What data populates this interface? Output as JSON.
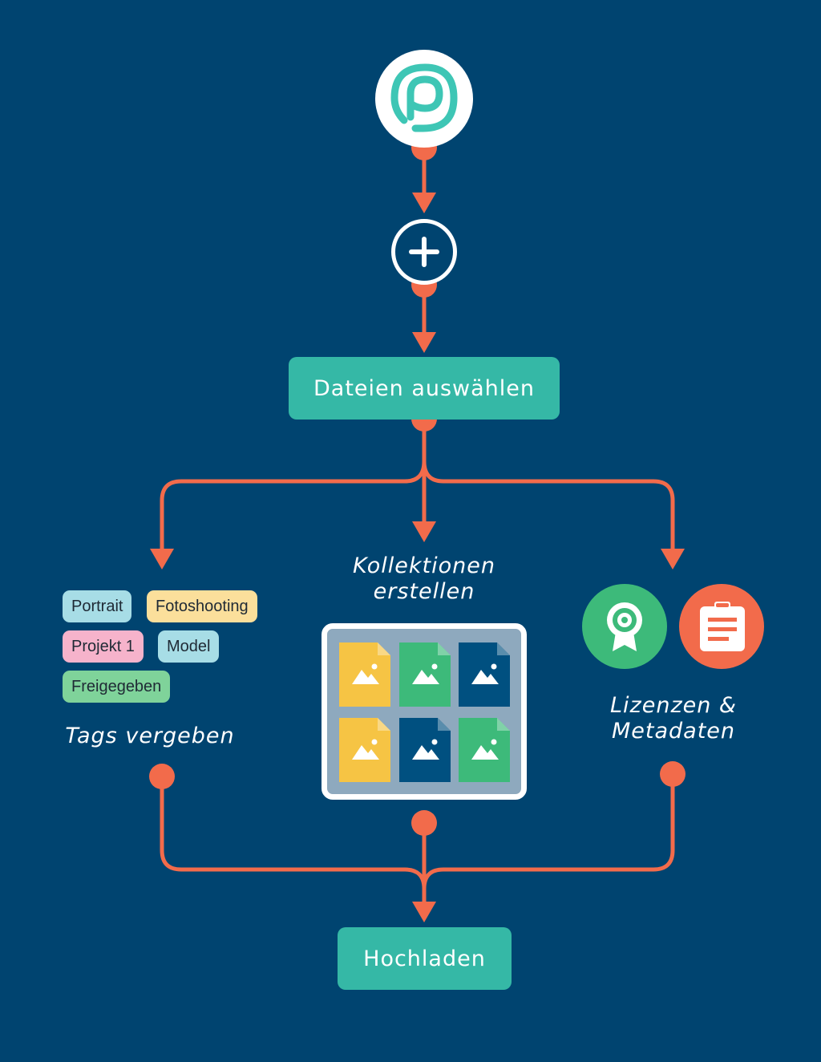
{
  "colors": {
    "background": "#004470",
    "connector": "#f26b4b",
    "teal": "#35b8a6",
    "white": "#ffffff",
    "badge_green": "#3dba7a",
    "badge_orange": "#f26b4b"
  },
  "icons": {
    "logo": "p-logo-icon",
    "add": "plus-icon",
    "license": "award-ribbon-icon",
    "metadata": "clipboard-icon",
    "file": "image-file-icon"
  },
  "buttons": {
    "select_files": "Dateien auswählen",
    "upload": "Hochladen"
  },
  "tags": [
    {
      "label": "Portrait",
      "color": "#a7dde6"
    },
    {
      "label": "Fotoshooting",
      "color": "#fbdf9b"
    },
    {
      "label": "Projekt 1",
      "color": "#f6b3cb"
    },
    {
      "label": "Model",
      "color": "#a7dde6"
    },
    {
      "label": "Freigegeben",
      "color": "#7fd39a"
    }
  ],
  "captions": {
    "tags": "Tags vergeben",
    "collections_line1": "Kollektionen",
    "collections_line2": "erstellen",
    "licenses_line1": "Lizenzen &",
    "licenses_line2": "Metadaten"
  },
  "collection_files": [
    {
      "color": "#f6c444"
    },
    {
      "color": "#3dba7a"
    },
    {
      "color": "#005080"
    },
    {
      "color": "#f6c444"
    },
    {
      "color": "#005080"
    },
    {
      "color": "#3dba7a"
    }
  ]
}
